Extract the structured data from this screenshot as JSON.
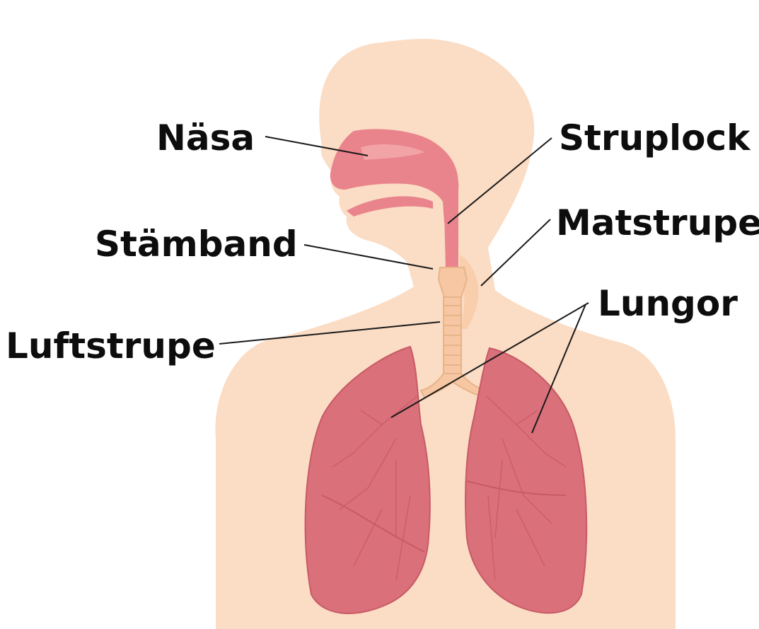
{
  "diagram": {
    "colors": {
      "background": "#ffffff",
      "skin": "#fbdcc4",
      "lung": "#d9707a",
      "lung_shade": "#c85a66",
      "airway": "#e9848c",
      "airway_light": "#f2a3a6",
      "trachea": "#f6c7a2",
      "trachea_ring": "#e8b48a",
      "leader_line": "#1a1a1a",
      "label_text": "#0d0d0d"
    },
    "labels": {
      "nasa": "Näsa",
      "struplock": "Struplock",
      "stamband": "Stämband",
      "matstrupe": "Matstrupe",
      "lungor": "Lungor",
      "luftstrupe": "Luftstrupe"
    }
  }
}
